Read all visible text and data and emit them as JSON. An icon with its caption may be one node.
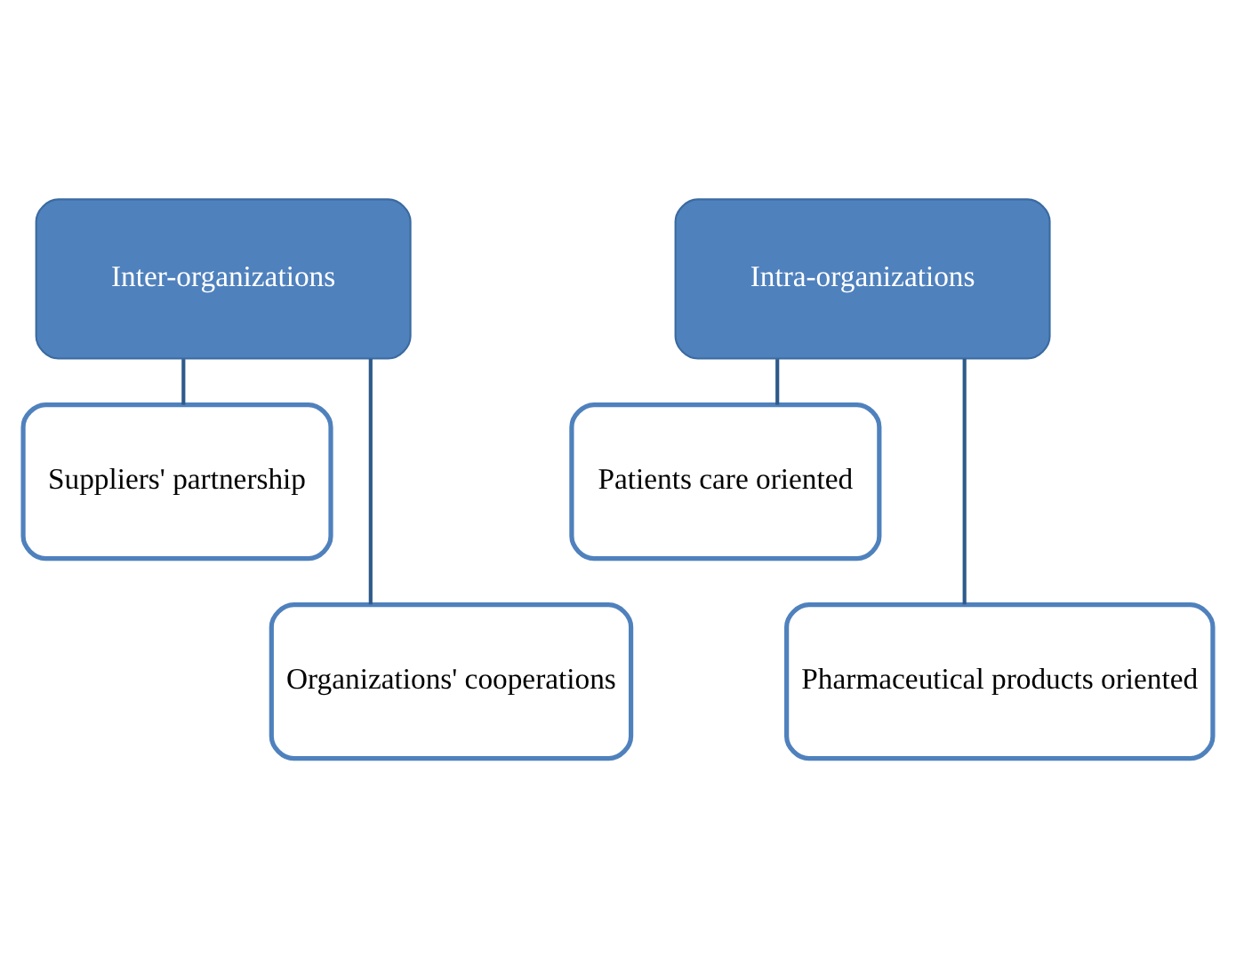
{
  "diagram": {
    "nodes": [
      {
        "text": [
          "Inter-organizations"
        ]
      },
      {
        "text": [
          "Suppliers' partnership"
        ]
      },
      {
        "text": [
          "Organizations' cooperations"
        ]
      },
      {
        "text": [
          "Intra-organizations"
        ]
      },
      {
        "text": [
          "Patients care oriented"
        ]
      },
      {
        "text": [
          "Pharmaceutical products oriented"
        ]
      }
    ],
    "edges": [
      {
        "from": 0,
        "to": 1,
        "arrow": "none"
      },
      {
        "from": 0,
        "to": 2,
        "arrow": "none"
      },
      {
        "from": 3,
        "to": 4,
        "arrow": "none"
      },
      {
        "from": 3,
        "to": 5,
        "arrow": "none"
      }
    ]
  }
}
